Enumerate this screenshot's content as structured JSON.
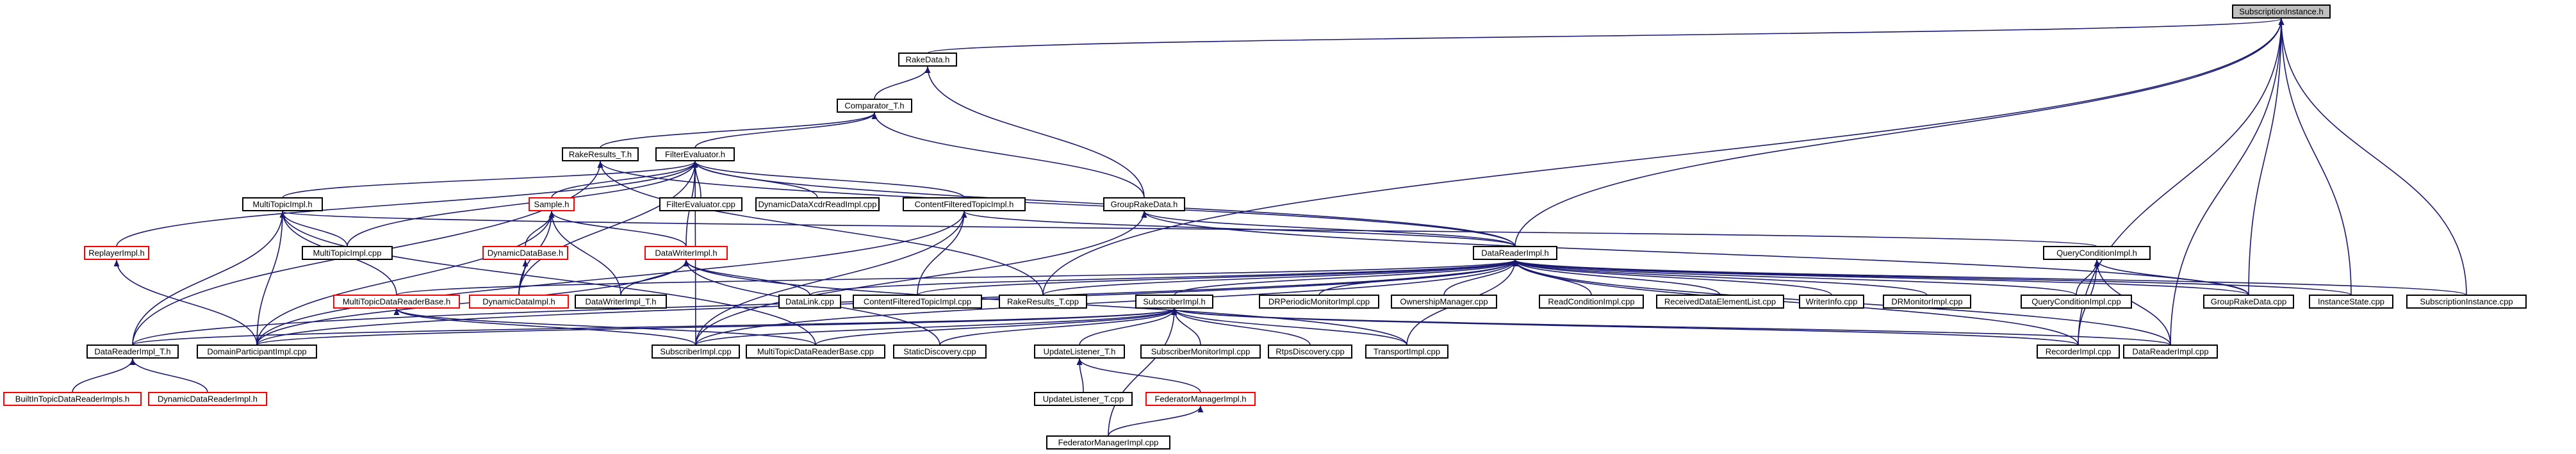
{
  "nodes": [
    {
      "id": "si_h",
      "label": "SubscriptionInstance.h",
      "style": "root"
    },
    {
      "id": "rakedata_h",
      "label": "RakeData.h",
      "style": "normal"
    },
    {
      "id": "comparator_t",
      "label": "Comparator_T.h",
      "style": "normal"
    },
    {
      "id": "rakeresults_th",
      "label": "RakeResults_T.h",
      "style": "normal"
    },
    {
      "id": "filterevaluator_h",
      "label": "FilterEvaluator.h",
      "style": "normal"
    },
    {
      "id": "grouprakedata_h",
      "label": "GroupRakeData.h",
      "style": "normal"
    },
    {
      "id": "multitopicimpl_h",
      "label": "MultiTopicImpl.h",
      "style": "normal"
    },
    {
      "id": "sample_h",
      "label": "Sample.h",
      "style": "red"
    },
    {
      "id": "filterevaluator_cpp",
      "label": "FilterEvaluator.cpp",
      "style": "normal"
    },
    {
      "id": "dyndataxcdr_cpp",
      "label": "DynamicDataXcdrReadImpl.cpp",
      "style": "normal"
    },
    {
      "id": "cftopicimpl_h",
      "label": "ContentFilteredTopicImpl.h",
      "style": "normal"
    },
    {
      "id": "replayerimpl_h",
      "label": "ReplayerImpl.h",
      "style": "red"
    },
    {
      "id": "multitopicimpl_cpp",
      "label": "MultiTopicImpl.cpp",
      "style": "normal"
    },
    {
      "id": "dyndatabase_h",
      "label": "DynamicDataBase.h",
      "style": "red"
    },
    {
      "id": "datawriterimpl_h",
      "label": "DataWriterImpl.h",
      "style": "red"
    },
    {
      "id": "datareaderimpl_h",
      "label": "DataReaderImpl.h",
      "style": "normal"
    },
    {
      "id": "querycondimpl_h",
      "label": "QueryConditionImpl.h",
      "style": "normal"
    },
    {
      "id": "multitopicdrbase_h",
      "label": "MultiTopicDataReaderBase.h",
      "style": "red"
    },
    {
      "id": "dyndataimpl_h",
      "label": "DynamicDataImpl.h",
      "style": "red"
    },
    {
      "id": "datawriterimpl_th",
      "label": "DataWriterImpl_T.h",
      "style": "normal"
    },
    {
      "id": "datalink_cpp",
      "label": "DataLink.cpp",
      "style": "normal"
    },
    {
      "id": "cftopicimpl_cpp",
      "label": "ContentFilteredTopicImpl.cpp",
      "style": "normal"
    },
    {
      "id": "rakeresults_tcpp",
      "label": "RakeResults_T.cpp",
      "style": "normal"
    },
    {
      "id": "subscriberimpl_h",
      "label": "SubscriberImpl.h",
      "style": "normal"
    },
    {
      "id": "drperiodicmon_cpp",
      "label": "DRPeriodicMonitorImpl.cpp",
      "style": "normal"
    },
    {
      "id": "ownershipmgr_cpp",
      "label": "OwnershipManager.cpp",
      "style": "normal"
    },
    {
      "id": "readcondimpl_cpp",
      "label": "ReadConditionImpl.cpp",
      "style": "normal"
    },
    {
      "id": "receiveddel_cpp",
      "label": "ReceivedDataElementList.cpp",
      "style": "normal"
    },
    {
      "id": "writerinfo_cpp",
      "label": "WriterInfo.cpp",
      "style": "normal"
    },
    {
      "id": "drmonitorimpl_cpp",
      "label": "DRMonitorImpl.cpp",
      "style": "normal"
    },
    {
      "id": "querycondimpl_cpp",
      "label": "QueryConditionImpl.cpp",
      "style": "normal"
    },
    {
      "id": "grouprakedata_cpp",
      "label": "GroupRakeData.cpp",
      "style": "normal"
    },
    {
      "id": "instancestate_cpp",
      "label": "InstanceState.cpp",
      "style": "normal"
    },
    {
      "id": "subscriptioninst_cpp",
      "label": "SubscriptionInstance.cpp",
      "style": "normal"
    },
    {
      "id": "datareaderimpl_th",
      "label": "DataReaderImpl_T.h",
      "style": "normal"
    },
    {
      "id": "domainpartimpl_cpp",
      "label": "DomainParticipantImpl.cpp",
      "style": "normal"
    },
    {
      "id": "subscriberimpl_cpp",
      "label": "SubscriberImpl.cpp",
      "style": "normal"
    },
    {
      "id": "multitopicdrbase_cpp",
      "label": "MultiTopicDataReaderBase.cpp",
      "style": "normal"
    },
    {
      "id": "staticdiscovery_cpp",
      "label": "StaticDiscovery.cpp",
      "style": "normal"
    },
    {
      "id": "updatelistener_th",
      "label": "UpdateListener_T.h",
      "style": "normal"
    },
    {
      "id": "submonitorimpl_cpp",
      "label": "SubscriberMonitorImpl.cpp",
      "style": "normal"
    },
    {
      "id": "rtpsdiscovery_cpp",
      "label": "RtpsDiscovery.cpp",
      "style": "normal"
    },
    {
      "id": "transportimpl_cpp",
      "label": "TransportImpl.cpp",
      "style": "normal"
    },
    {
      "id": "recorderimpl_cpp",
      "label": "RecorderImpl.cpp",
      "style": "normal"
    },
    {
      "id": "datareaderimpl_cpp",
      "label": "DataReaderImpl.cpp",
      "style": "normal"
    },
    {
      "id": "builtintopicdr_h",
      "label": "BuiltInTopicDataReaderImpls.h",
      "style": "red"
    },
    {
      "id": "dyndatareaderimpl_h",
      "label": "DynamicDataReaderImpl.h",
      "style": "red"
    },
    {
      "id": "updatelistener_tcpp",
      "label": "UpdateListener_T.cpp",
      "style": "normal"
    },
    {
      "id": "federatormgrimpl_h",
      "label": "FederatorManagerImpl.h",
      "style": "red"
    },
    {
      "id": "federatormgrimpl_cpp",
      "label": "FederatorManagerImpl.cpp",
      "style": "normal"
    }
  ],
  "edges": [
    [
      "rakedata_h",
      "si_h"
    ],
    [
      "comparator_t",
      "rakedata_h"
    ],
    [
      "grouprakedata_h",
      "rakedata_h"
    ],
    [
      "rakeresults_th",
      "comparator_t"
    ],
    [
      "filterevaluator_h",
      "comparator_t"
    ],
    [
      "grouprakedata_h",
      "comparator_t"
    ],
    [
      "rakeresults_tcpp",
      "si_h"
    ],
    [
      "datareaderimpl_h",
      "si_h"
    ],
    [
      "grouprakedata_cpp",
      "si_h"
    ],
    [
      "instancestate_cpp",
      "si_h"
    ],
    [
      "subscriptioninst_cpp",
      "si_h"
    ],
    [
      "recorderimpl_cpp",
      "si_h"
    ],
    [
      "datareaderimpl_cpp",
      "si_h"
    ],
    [
      "rakeresults_tcpp",
      "rakeresults_th"
    ],
    [
      "datareaderimpl_th",
      "rakeresults_th"
    ],
    [
      "datareaderimpl_h",
      "rakeresults_th"
    ],
    [
      "multitopicimpl_h",
      "filterevaluator_h"
    ],
    [
      "sample_h",
      "filterevaluator_h"
    ],
    [
      "filterevaluator_cpp",
      "filterevaluator_h"
    ],
    [
      "dyndataxcdr_cpp",
      "filterevaluator_h"
    ],
    [
      "cftopicimpl_h",
      "filterevaluator_h"
    ],
    [
      "replayerimpl_h",
      "filterevaluator_h"
    ],
    [
      "multitopicimpl_cpp",
      "filterevaluator_h"
    ],
    [
      "datawriterimpl_h",
      "filterevaluator_h"
    ],
    [
      "dyndataimpl_h",
      "filterevaluator_h"
    ],
    [
      "datareaderimpl_h",
      "filterevaluator_h"
    ],
    [
      "subscriberimpl_cpp",
      "filterevaluator_h"
    ],
    [
      "datareaderimpl_h",
      "grouprakedata_h"
    ],
    [
      "grouprakedata_cpp",
      "grouprakedata_h"
    ],
    [
      "subscriberimpl_cpp",
      "grouprakedata_h"
    ],
    [
      "multitopicimpl_cpp",
      "multitopicimpl_h"
    ],
    [
      "multitopicdrbase_h",
      "multitopicimpl_h"
    ],
    [
      "datareaderimpl_th",
      "multitopicimpl_h"
    ],
    [
      "domainpartimpl_cpp",
      "multitopicimpl_h"
    ],
    [
      "multitopicdrbase_cpp",
      "multitopicimpl_h"
    ],
    [
      "querycondimpl_h",
      "multitopicimpl_h"
    ],
    [
      "dyndatabase_h",
      "sample_h"
    ],
    [
      "dyndataimpl_h",
      "sample_h"
    ],
    [
      "datawriterimpl_h",
      "sample_h"
    ],
    [
      "datawriterimpl_th",
      "sample_h"
    ],
    [
      "domainpartimpl_cpp",
      "sample_h"
    ],
    [
      "datareaderimpl_h",
      "cftopicimpl_h"
    ],
    [
      "cftopicimpl_cpp",
      "cftopicimpl_h"
    ],
    [
      "domainpartimpl_cpp",
      "cftopicimpl_h"
    ],
    [
      "subscriberimpl_cpp",
      "cftopicimpl_h"
    ],
    [
      "domainpartimpl_cpp",
      "replayerimpl_h"
    ],
    [
      "dyndataimpl_h",
      "dyndatabase_h"
    ],
    [
      "datawriterimpl_th",
      "datawriterimpl_h"
    ],
    [
      "datalink_cpp",
      "datawriterimpl_h"
    ],
    [
      "domainpartimpl_cpp",
      "datawriterimpl_h"
    ],
    [
      "transportimpl_cpp",
      "datawriterimpl_h"
    ],
    [
      "staticdiscovery_cpp",
      "datawriterimpl_h"
    ],
    [
      "datalink_cpp",
      "datareaderimpl_h"
    ],
    [
      "cftopicimpl_cpp",
      "datareaderimpl_h"
    ],
    [
      "rakeresults_tcpp",
      "datareaderimpl_h"
    ],
    [
      "subscriberimpl_h",
      "datareaderimpl_h"
    ],
    [
      "drperiodicmon_cpp",
      "datareaderimpl_h"
    ],
    [
      "ownershipmgr_cpp",
      "datareaderimpl_h"
    ],
    [
      "readcondimpl_cpp",
      "datareaderimpl_h"
    ],
    [
      "receiveddel_cpp",
      "datareaderimpl_h"
    ],
    [
      "writerinfo_cpp",
      "datareaderimpl_h"
    ],
    [
      "drmonitorimpl_cpp",
      "datareaderimpl_h"
    ],
    [
      "querycondimpl_cpp",
      "datareaderimpl_h"
    ],
    [
      "grouprakedata_cpp",
      "datareaderimpl_h"
    ],
    [
      "instancestate_cpp",
      "datareaderimpl_h"
    ],
    [
      "subscriptioninst_cpp",
      "datareaderimpl_h"
    ],
    [
      "datareaderimpl_th",
      "datareaderimpl_h"
    ],
    [
      "multitopicdrbase_h",
      "datareaderimpl_h"
    ],
    [
      "transportimpl_cpp",
      "datareaderimpl_h"
    ],
    [
      "recorderimpl_cpp",
      "datareaderimpl_h"
    ],
    [
      "datareaderimpl_cpp",
      "datareaderimpl_h"
    ],
    [
      "subscriberimpl_cpp",
      "datareaderimpl_h"
    ],
    [
      "domainpartimpl_cpp",
      "datareaderimpl_h"
    ],
    [
      "querycondimpl_cpp",
      "querycondimpl_h"
    ],
    [
      "grouprakedata_cpp",
      "querycondimpl_h"
    ],
    [
      "datareaderimpl_cpp",
      "querycondimpl_h"
    ],
    [
      "recorderimpl_cpp",
      "querycondimpl_h"
    ],
    [
      "multitopicdrbase_cpp",
      "multitopicdrbase_h"
    ],
    [
      "subscriberimpl_cpp",
      "multitopicdrbase_h"
    ],
    [
      "datareaderimpl_th",
      "subscriberimpl_h"
    ],
    [
      "domainpartimpl_cpp",
      "subscriberimpl_h"
    ],
    [
      "subscriberimpl_cpp",
      "subscriberimpl_h"
    ],
    [
      "multitopicdrbase_cpp",
      "subscriberimpl_h"
    ],
    [
      "staticdiscovery_cpp",
      "subscriberimpl_h"
    ],
    [
      "updatelistener_th",
      "subscriberimpl_h"
    ],
    [
      "submonitorimpl_cpp",
      "subscriberimpl_h"
    ],
    [
      "rtpsdiscovery_cpp",
      "subscriberimpl_h"
    ],
    [
      "transportimpl_cpp",
      "subscriberimpl_h"
    ],
    [
      "recorderimpl_cpp",
      "subscriberimpl_h"
    ],
    [
      "datareaderimpl_cpp",
      "subscriberimpl_h"
    ],
    [
      "federatormgrimpl_cpp",
      "subscriberimpl_h"
    ],
    [
      "builtintopicdr_h",
      "datareaderimpl_th"
    ],
    [
      "dyndatareaderimpl_h",
      "datareaderimpl_th"
    ],
    [
      "updatelistener_tcpp",
      "updatelistener_th"
    ],
    [
      "federatormgrimpl_h",
      "updatelistener_th"
    ],
    [
      "federatormgrimpl_cpp",
      "federatormgrimpl_h"
    ]
  ]
}
